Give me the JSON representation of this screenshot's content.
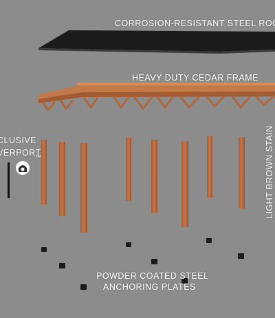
{
  "labels": {
    "roof": "CORROSION-RESISTANT STEEL ROOF",
    "frame": "HEAVY DUTY CEDAR FRAME",
    "stain": "LIGHT BROWN STAIN",
    "plates_line1": "POWDER COATED STEEL",
    "plates_line2": "ANCHORING PLATES"
  },
  "brand": {
    "line1": "CLUSIVE",
    "line2": "VERPORT",
    "trademark": "TM"
  },
  "colors": {
    "background": "#8c8c8c",
    "roof": "#1b1b1b",
    "cedar": "#b8683d",
    "plate": "#1a1a1a"
  }
}
